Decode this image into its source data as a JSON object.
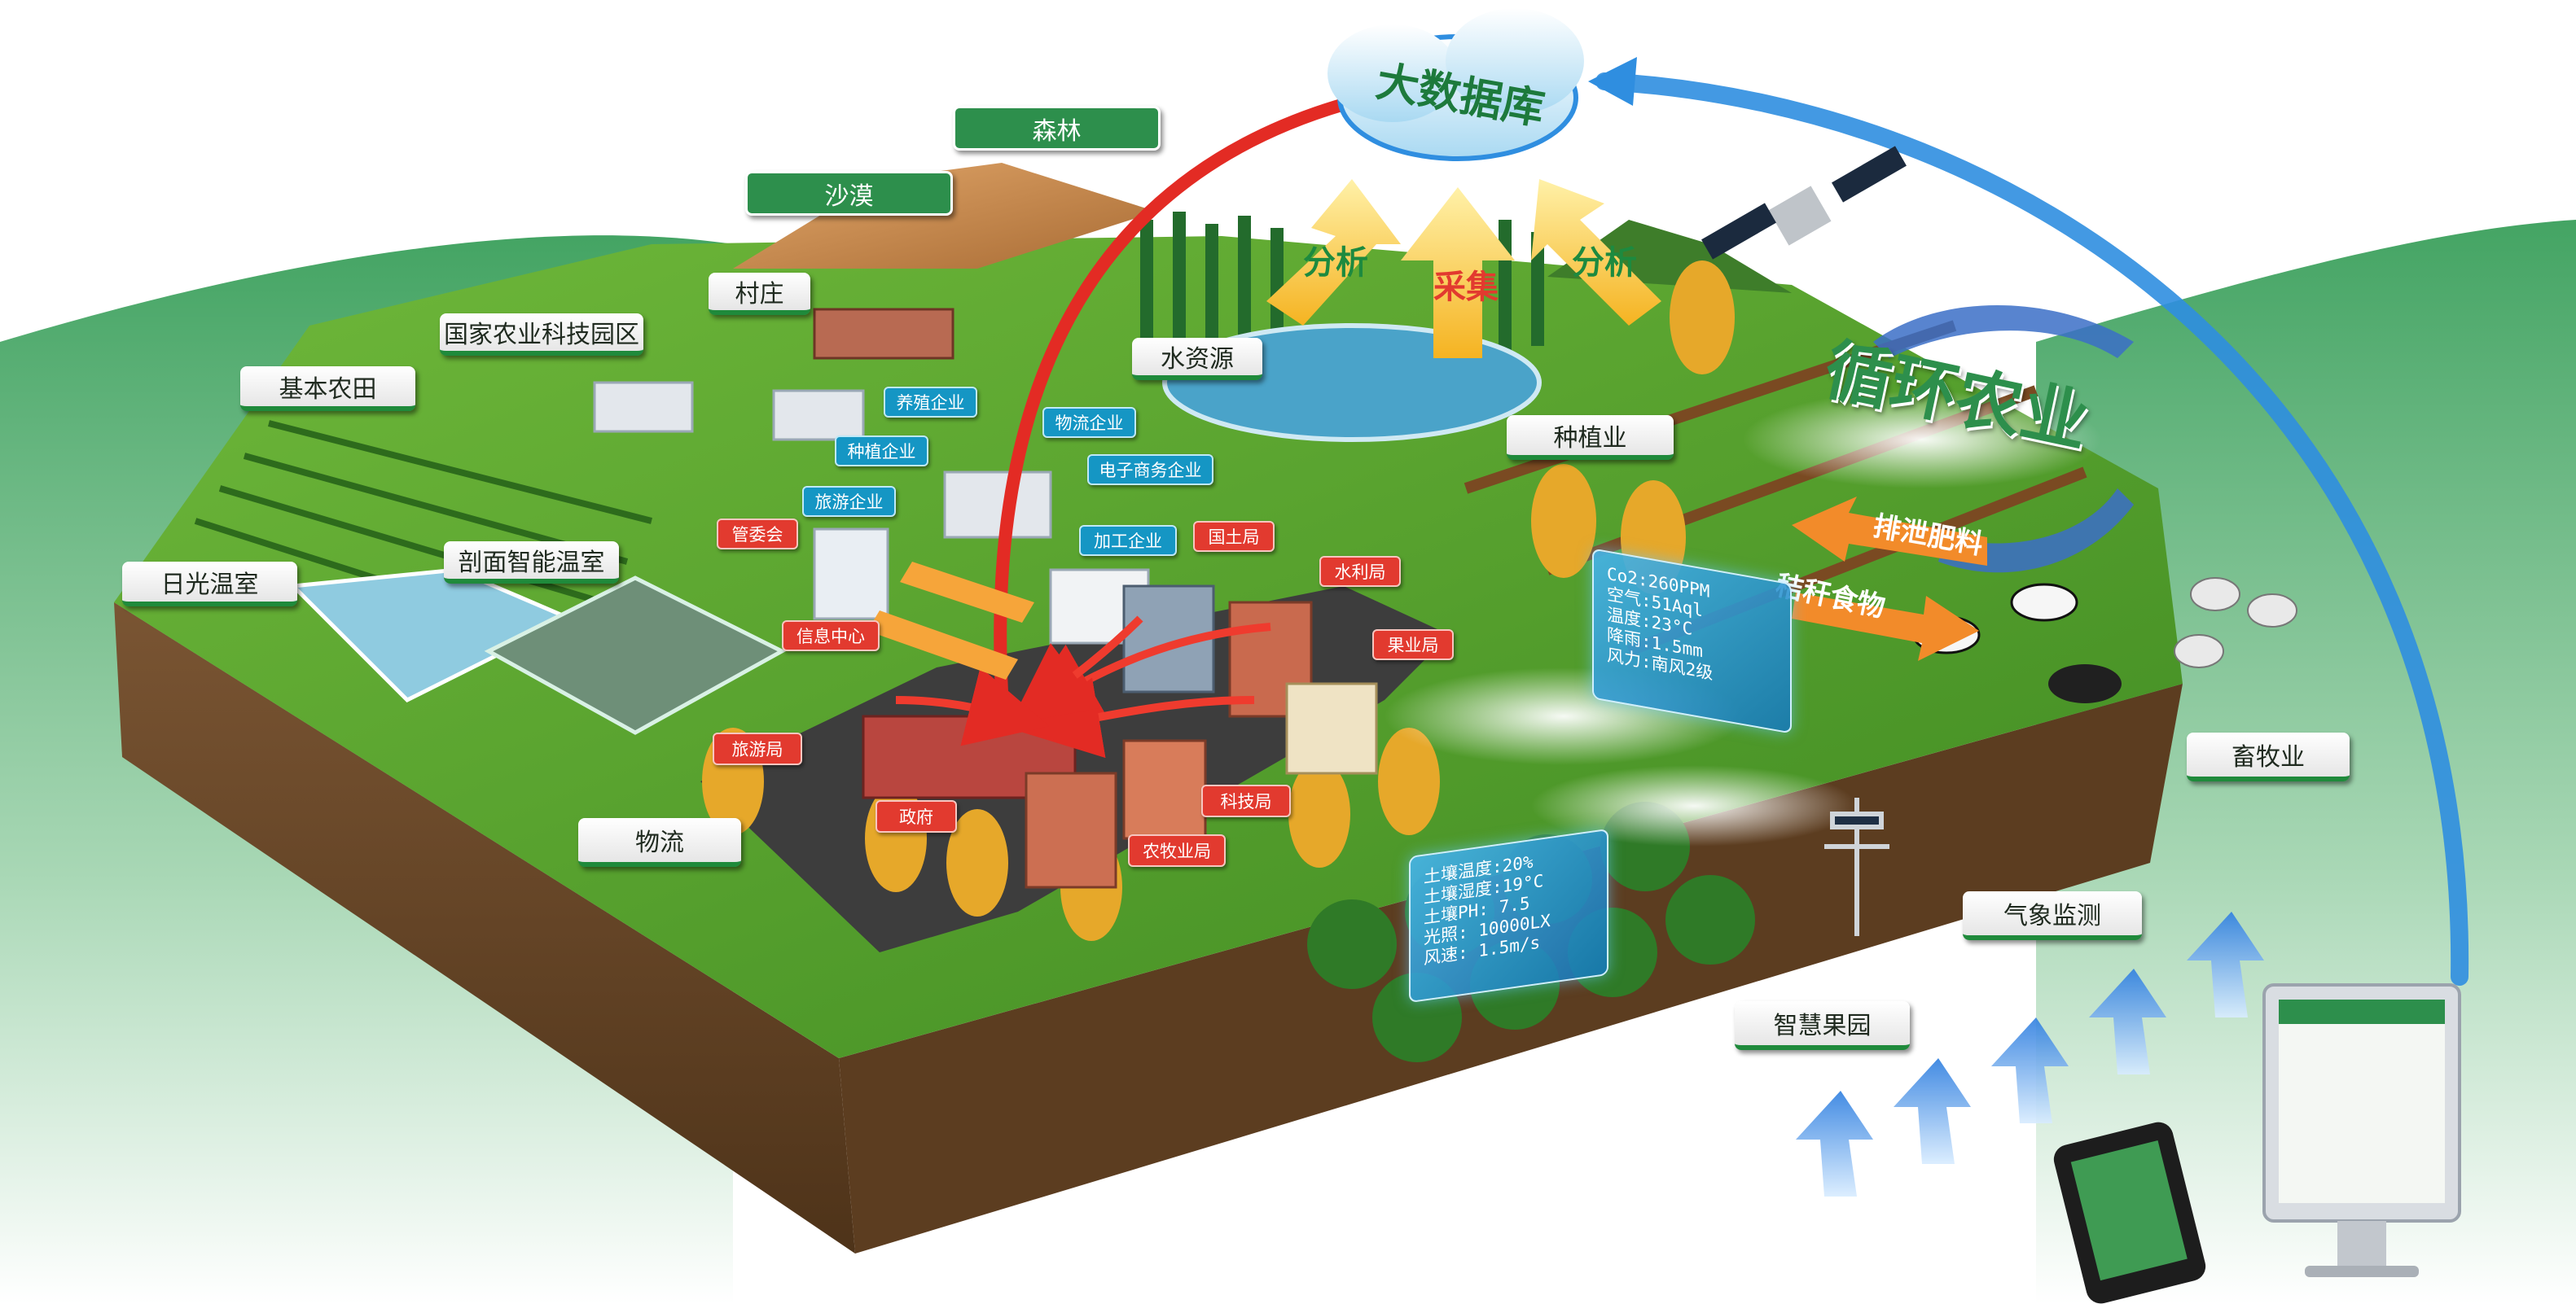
{
  "cloud": {
    "title": "大数据库"
  },
  "flows": {
    "analyze_left": "分析",
    "collect": "采集",
    "analyze_right": "分析"
  },
  "circular": {
    "title": "循环农业",
    "manure": "排泄肥料",
    "straw": "秸秆食物"
  },
  "area_labels": {
    "forest": "森林",
    "desert": "沙漠",
    "village": "村庄",
    "tech_park": "国家农业科技园区",
    "farmland": "基本农田",
    "water": "水资源",
    "planting": "种植业",
    "sunlight_greenhouse": "日光温室",
    "section_greenhouse": "剖面智能温室",
    "logistics": "物流",
    "livestock": "畜牧业",
    "weather": "气象监测",
    "orchard": "智慧果园"
  },
  "enterprises": {
    "breeding": "养殖企业",
    "logistics_ent": "物流企业",
    "planting_ent": "种植企业",
    "ecommerce": "电子商务企业",
    "tourism_ent": "旅游企业",
    "processing": "加工企业"
  },
  "agencies": {
    "committee": "管委会",
    "land": "国土局",
    "water_bureau": "水利局",
    "info_center": "信息中心",
    "fruit": "果业局",
    "tourism_bureau": "旅游局",
    "government": "政府",
    "science": "科技局",
    "agri_livestock": "农牧业局"
  },
  "air_panel": [
    "Co2:260PPM",
    "空气:51Aql",
    "温度:23°C",
    "降雨:1.5mm",
    "风力:南风2级"
  ],
  "soil_panel": [
    "土壤温度:20%",
    "土壤湿度:19°C",
    "土壤PH: 7.5",
    "光照: 10000LX",
    "风速: 1.5m/s"
  ],
  "colors": {
    "accent_green": "#2d8f4c",
    "grass": "#5aa52e",
    "soil": "#6b4a2b",
    "tag_blue": "#1596c4",
    "tag_red": "#e23a2f",
    "cloud_blue": "#bfe4f7"
  },
  "icons": [
    "cloud-icon",
    "satellite-icon",
    "smartphone-icon",
    "monitor-icon",
    "weather-station-icon",
    "cow-icon",
    "sheep-icon"
  ]
}
